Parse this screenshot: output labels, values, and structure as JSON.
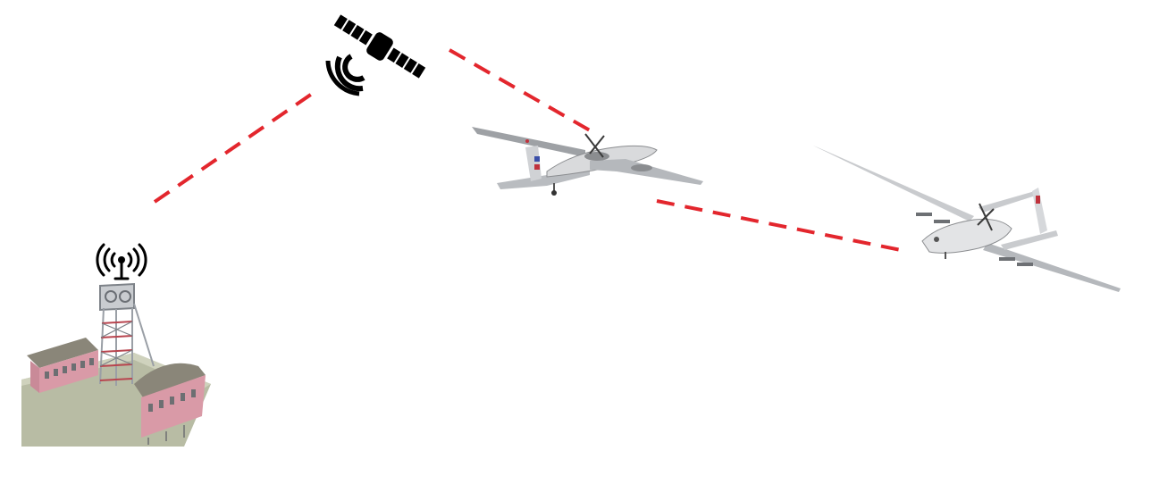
{
  "diagram": {
    "nodes": [
      {
        "id": "ground-station",
        "icon": "mine-tower-with-antenna"
      },
      {
        "id": "satellite",
        "icon": "satellite-icon"
      },
      {
        "id": "relay-aircraft",
        "icon": "twin-boom-uav"
      },
      {
        "id": "uav",
        "icon": "twin-boom-uav"
      }
    ],
    "links": [
      {
        "from": "ground-station",
        "to": "satellite",
        "style": "dashed"
      },
      {
        "from": "satellite",
        "to": "relay-aircraft",
        "style": "dashed"
      },
      {
        "from": "relay-aircraft",
        "to": "uav",
        "style": "dashed"
      }
    ],
    "colors": {
      "link": "#e3262d",
      "satellite": "#000000",
      "aircraft_body": "#d9dadc",
      "aircraft_shade": "#8b8d90",
      "roof": "#8a8679",
      "wall": "#d99aa7",
      "steel": "#9a9fa6",
      "ground": "#b8bca4"
    }
  }
}
